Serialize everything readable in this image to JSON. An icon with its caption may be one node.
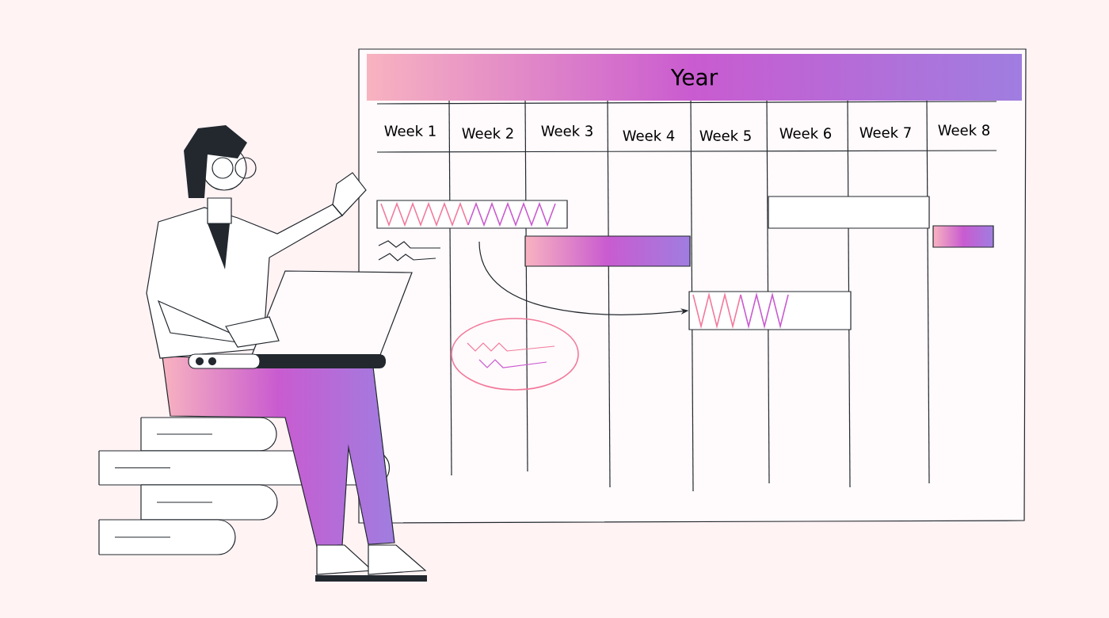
{
  "diagram": {
    "nodes": [
      {
        "text": [
          "Year"
        ]
      },
      {
        "text": [],
        "shape": "bar"
      },
      {
        "text": [],
        "shape": "bar"
      },
      {
        "text": [],
        "shape": "bar"
      },
      {
        "text": [],
        "shape": "bar"
      },
      {
        "text": [],
        "shape": "bar"
      }
    ],
    "edges": [
      {
        "from": null,
        "to": 3,
        "arrow": "to"
      }
    ],
    "labels": [
      "Week 1",
      "Week 2",
      "Week 3",
      "Week 4",
      "Week 5",
      "Week 6",
      "Week 7",
      "Week 8"
    ]
  }
}
